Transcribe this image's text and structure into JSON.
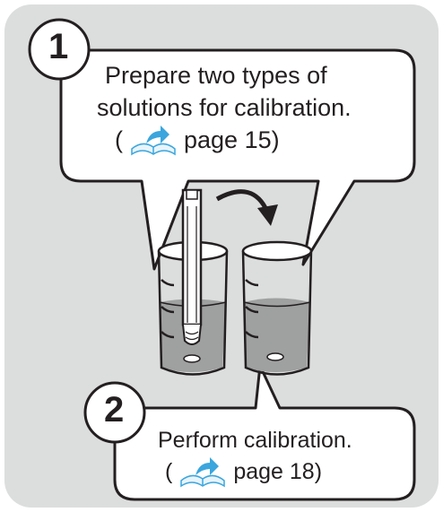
{
  "step1": {
    "number": "1",
    "line1": "Prepare two types of",
    "line2": "solutions for calibration.",
    "ref_open": "(",
    "ref_page": "page 15)",
    "icon": "manual-book-icon"
  },
  "step2": {
    "number": "2",
    "line1": "Perform calibration.",
    "ref_open": "(",
    "ref_page": "page 18)",
    "icon": "manual-book-icon"
  },
  "colors": {
    "panel": "#dcdddd",
    "outline": "#231f20",
    "callout": "#ffffff",
    "solution": "#9fa0a0",
    "arrow_blue": "#3aa6dd"
  }
}
